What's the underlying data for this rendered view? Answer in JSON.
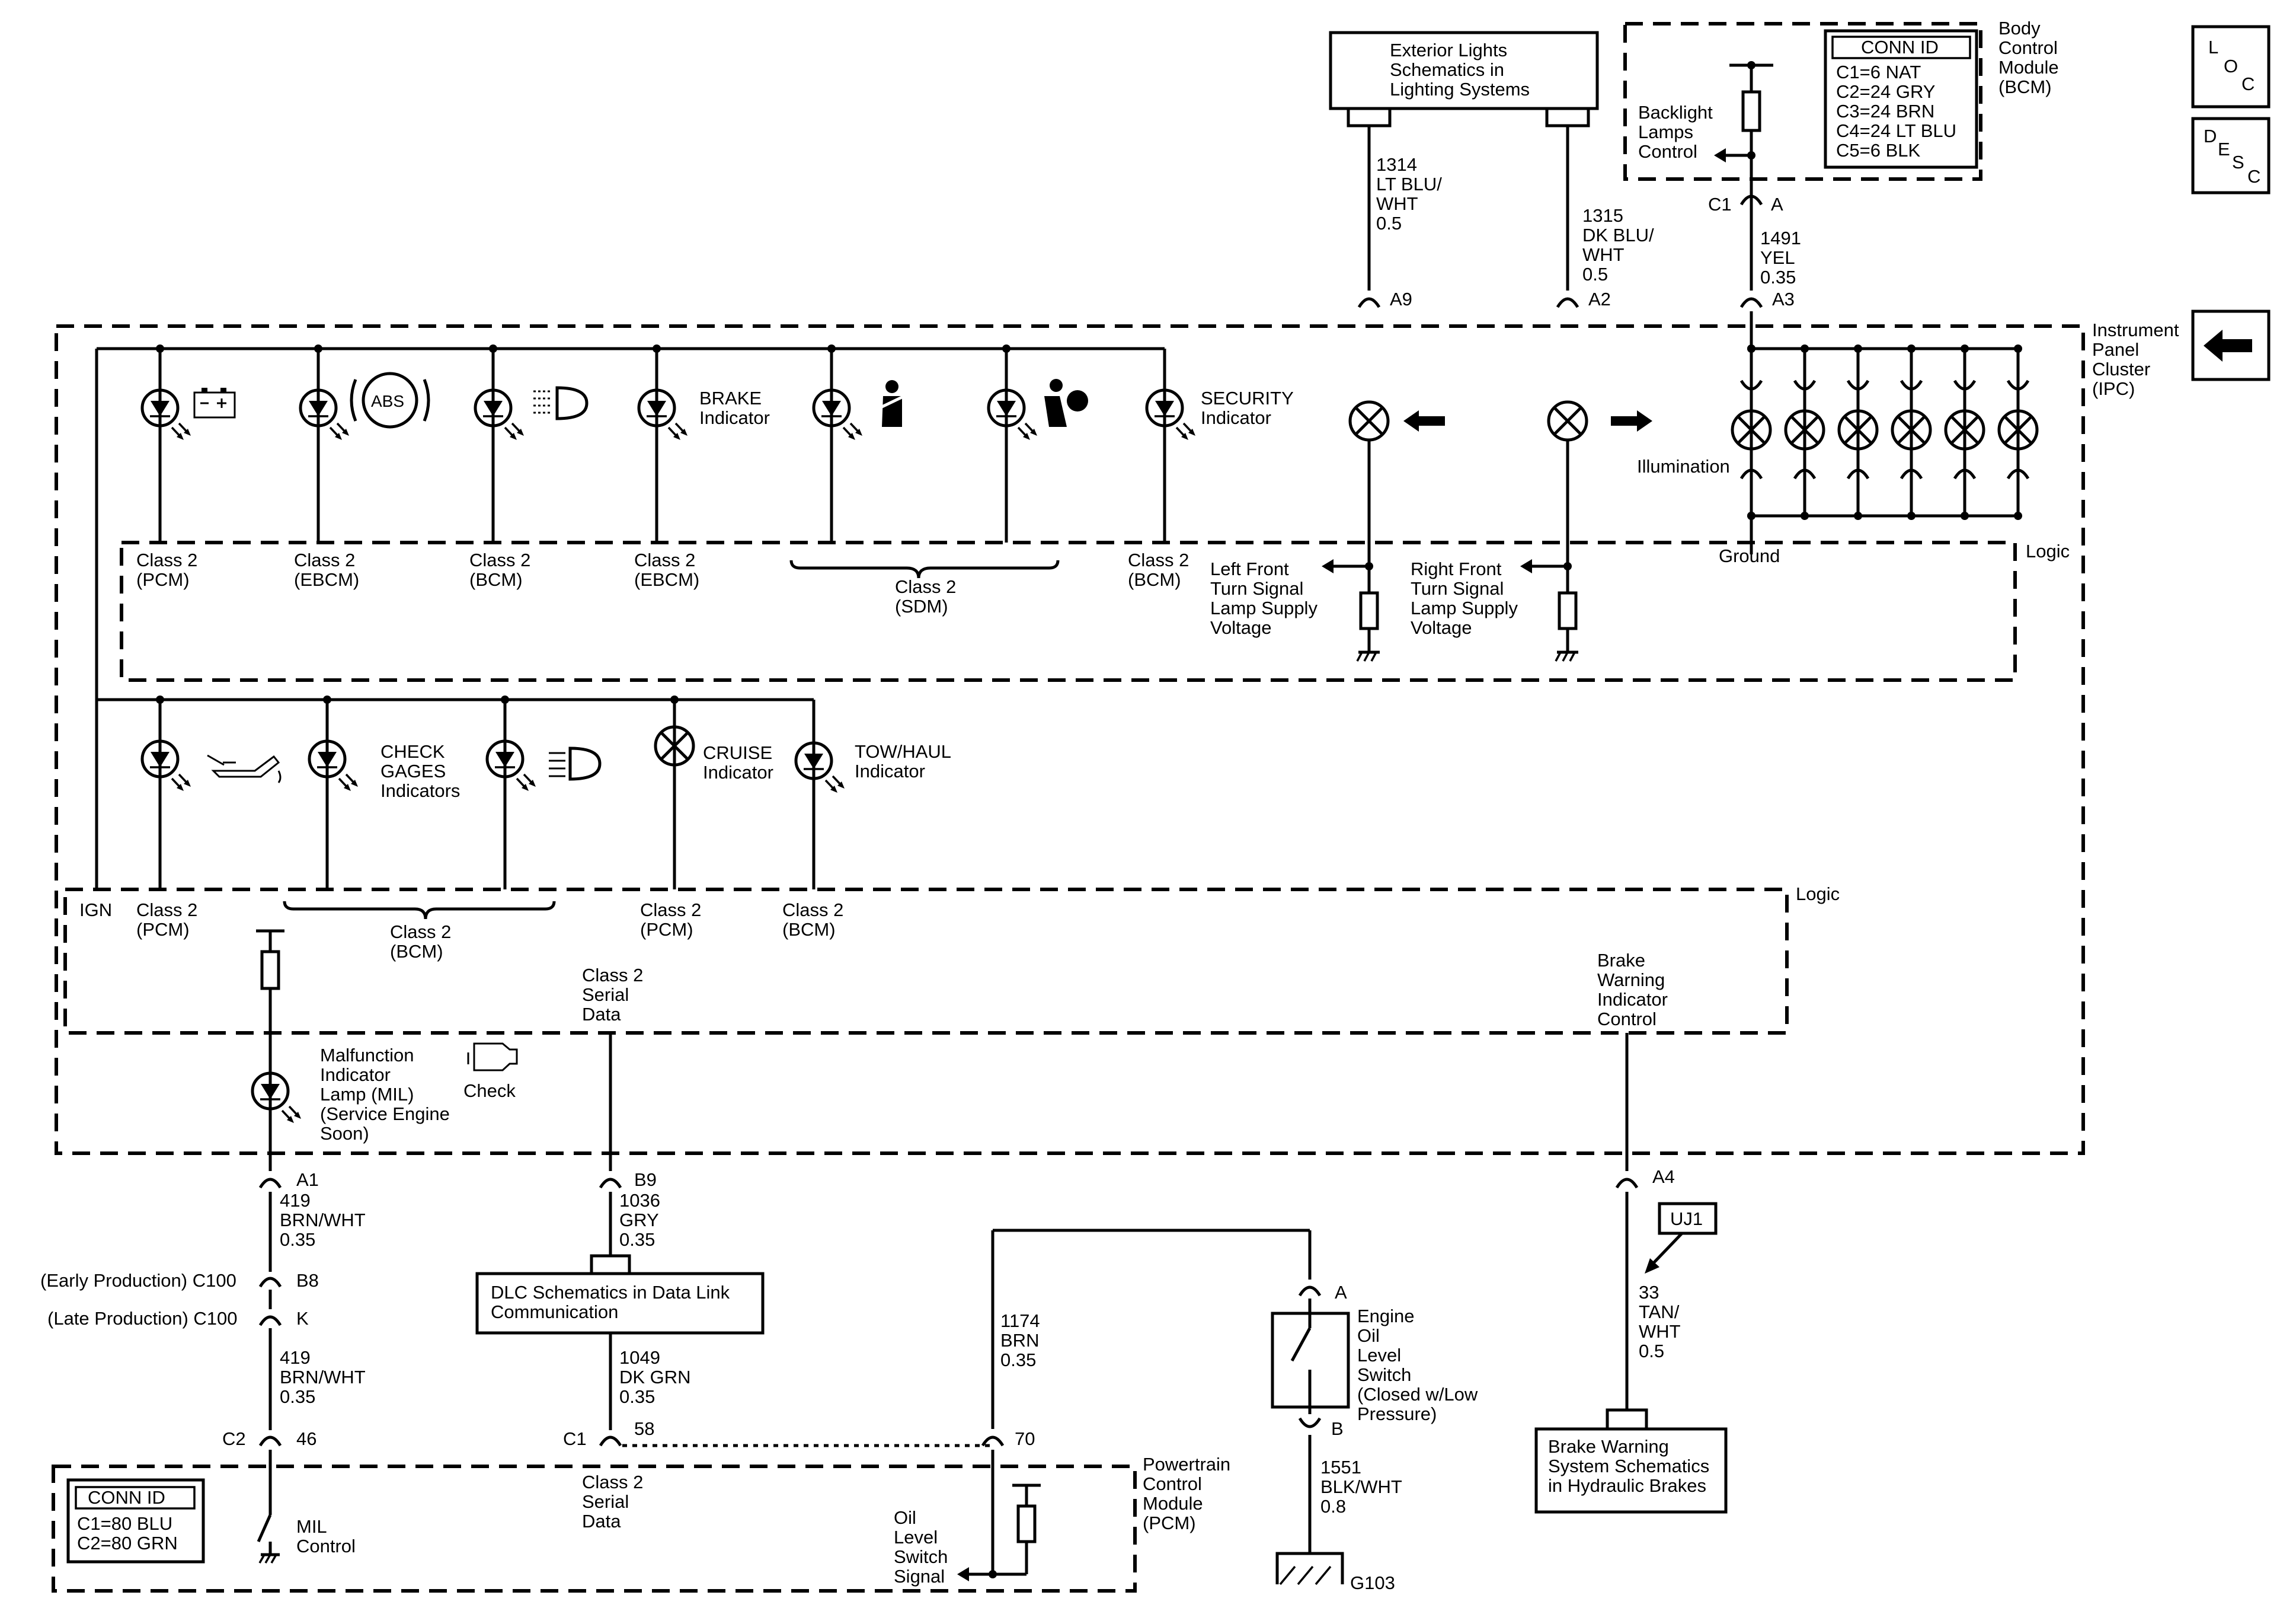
{
  "nav": {
    "loc_button": [
      "L",
      "O",
      "C"
    ],
    "desc_button": [
      "D",
      "E",
      "S",
      "C"
    ]
  },
  "modules": {
    "exterior_lights": [
      "Exterior Lights",
      "Schematics in",
      "Lighting Systems"
    ],
    "bcm_name": [
      "Body",
      "Control",
      "Module",
      "(BCM)"
    ],
    "bcm_conn_title": "CONN ID",
    "bcm_conn": [
      "C1=6 NAT",
      "C2=24 GRY",
      "C3=24 BRN",
      "C4=24 LT BLU",
      "C5=6 BLK"
    ],
    "backlight": [
      "Backlight",
      "Lamps",
      "Control"
    ],
    "ipc_name": [
      "Instrument",
      "Panel",
      "Cluster",
      "(IPC)"
    ],
    "dlc": [
      "DLC Schematics in Data Link",
      "Communication"
    ],
    "pcm_name": [
      "Powertrain",
      "Control",
      "Module",
      "(PCM)"
    ],
    "pcm_conn_title": "CONN ID",
    "pcm_conn": [
      "C1=80 BLU",
      "C2=80 GRN"
    ],
    "brake_warning_box": [
      "Brake Warning",
      "System Schematics",
      "in Hydraulic Brakes"
    ],
    "uj1": "UJ1"
  },
  "wires": {
    "w1314": [
      "1314",
      "LT BLU/",
      "WHT",
      "0.5"
    ],
    "w1315": [
      "1315",
      "DK BLU/",
      "WHT",
      "0.5"
    ],
    "w1491": [
      "1491",
      "YEL",
      "0.35"
    ],
    "w419a": [
      "419",
      "BRN/WHT",
      "0.35"
    ],
    "w419b": [
      "419",
      "BRN/WHT",
      "0.35"
    ],
    "w1036": [
      "1036",
      "GRY",
      "0.35"
    ],
    "w1049": [
      "1049",
      "DK GRN",
      "0.35"
    ],
    "w1174": [
      "1174",
      "BRN",
      "0.35"
    ],
    "w1551": [
      "1551",
      "BLK/WHT",
      "0.8"
    ],
    "w33": [
      "33",
      "TAN/",
      "WHT",
      "0.5"
    ]
  },
  "pins": {
    "c1": "C1",
    "a": "A",
    "a9": "A9",
    "a2": "A2",
    "a3": "A3",
    "a1": "A1",
    "b9": "B9",
    "a4": "A4",
    "b8": "B8",
    "k": "K",
    "c2": "C2",
    "p46": "46",
    "c1b": "C1",
    "p58": "58",
    "p70": "70",
    "sw_a": "A",
    "sw_b": "B",
    "early": "(Early Production) C100",
    "late": "(Late Production) C100"
  },
  "indicators": {
    "brake": [
      "BRAKE",
      "Indicator"
    ],
    "security": [
      "SECURITY",
      "Indicator"
    ],
    "check_gages": [
      "CHECK",
      "GAGES",
      "Indicators"
    ],
    "cruise": [
      "CRUISE",
      "Indicator"
    ],
    "tow_haul": [
      "TOW/HAUL",
      "Indicator"
    ],
    "illumination": "Illumination",
    "mil": [
      "Malfunction",
      "Indicator",
      "Lamp (MIL)",
      "(Service Engine",
      "Soon)"
    ],
    "check": "Check"
  },
  "logic_top": {
    "labels": [
      [
        "Class 2",
        "(PCM)"
      ],
      [
        "Class 2",
        "(EBCM)"
      ],
      [
        "Class 2",
        "(BCM)"
      ],
      [
        "Class 2",
        "(EBCM)"
      ],
      [
        "Class 2",
        "(SDM)"
      ],
      [
        "Class 2",
        "(BCM)"
      ]
    ],
    "left_turn": [
      "Left Front",
      "Turn Signal",
      "Lamp Supply",
      "Voltage"
    ],
    "right_turn": [
      "Right Front",
      "Turn Signal",
      "Lamp Supply",
      "Voltage"
    ],
    "ground": "Ground",
    "logic": "Logic"
  },
  "logic_bottom": {
    "ign": "IGN",
    "labels": [
      [
        "Class 2",
        "(PCM)"
      ],
      [
        "Class 2",
        "(BCM)"
      ],
      [
        "Class 2",
        "(PCM)"
      ],
      [
        "Class 2",
        "(BCM)"
      ]
    ],
    "serial": [
      "Class 2",
      "Serial",
      "Data"
    ],
    "brake_ctrl": [
      "Brake",
      "Warning",
      "Indicator",
      "Control"
    ],
    "logic": "Logic"
  },
  "pcm_section": {
    "mil_control": [
      "MIL",
      "Control"
    ],
    "serial": [
      "Class 2",
      "Serial",
      "Data"
    ],
    "oil_signal": [
      "Oil",
      "Level",
      "Switch",
      "Signal"
    ]
  },
  "switch": {
    "label": [
      "Engine",
      "Oil",
      "Level",
      "Switch",
      "(Closed w/Low",
      "Pressure)"
    ],
    "ground": "G103"
  }
}
